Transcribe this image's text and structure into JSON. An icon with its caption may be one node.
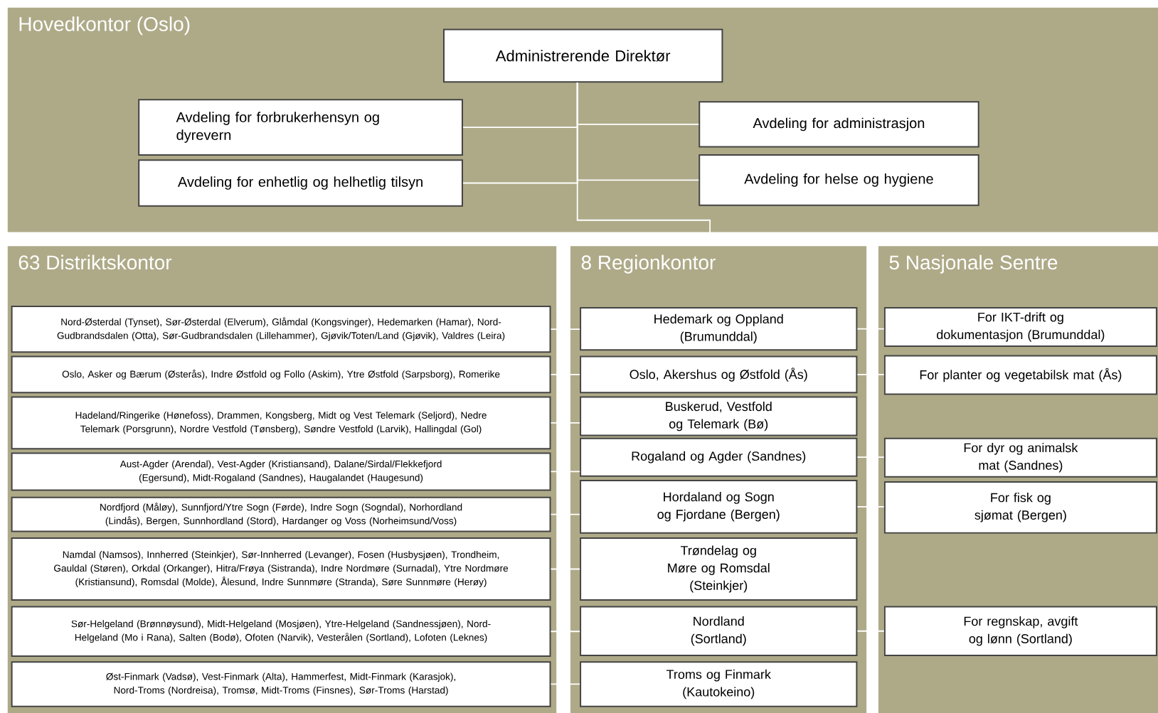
{
  "diagram": {
    "nodes": [
      {
        "text": [
          "Hovedkontor (Oslo)"
        ]
      },
      {
        "text": [
          "Administrerende Direktør"
        ],
        "in": 0
      },
      {
        "text": [
          "Avdeling for forbrukerhensyn og dyrevern"
        ],
        "in": 0
      },
      {
        "text": [
          "Avdeling for administrasjon"
        ],
        "in": 0
      },
      {
        "text": [
          "Avdeling for enhetlig og helhetlig tilsyn"
        ],
        "in": 0
      },
      {
        "text": [
          "Avdeling for helse og hygiene"
        ],
        "in": 0
      },
      {
        "text": [
          "63 Distriktskontor"
        ]
      },
      {
        "text": [
          "Nord-Østerdal (Tynset), Sør-Østerdal (Elverum), Glåmdal (Kongsvinger), Hedemarken (Hamar), Nord-Gudbrandsdalen (Otta), Sør-Gudbrandsdalen (Lillehammer), Gjøvik/Toten/Land (Gjøvik), Valdres (Leira)"
        ],
        "in": 6
      },
      {
        "text": [
          "Oslo, Asker og Bærum (Østerås), Indre Østfold og Follo (Askim), Ytre Østfold (Sarpsborg), Romerike"
        ],
        "in": 6
      },
      {
        "text": [
          "Hadeland/Ringerike (Hønefoss), Drammen, Kongsberg, Midt og Vest Telemark (Seljord), Nedre Telemark (Porsgrunn), Nordre Vestfold (Tønsberg), Søndre Vestfold (Larvik), Hallingdal (Gol)"
        ],
        "in": 6
      },
      {
        "text": [
          "Aust-Agder (Arendal), Vest-Agder (Kristiansand), Dalane/Sirdal/Flekkefjord (Egersund), Midt-Rogaland (Sandnes), Haugalandet (Haugesund)"
        ],
        "in": 6
      },
      {
        "text": [
          "Nordfjord (Måløy), Sunnfjord/Ytre Sogn (Førde), Indre Sogn (Sogndal), Norhordland (Lindås), Bergen, Sunnhordland (Stord), Hardanger og Voss (Norheimsund/Voss)"
        ],
        "in": 6
      },
      {
        "text": [
          "Namdal (Namsos), Innherred (Steinkjer), Sør-Innherred (Levanger), Fosen (Husbysjøen), Trondheim, Gauldal (Støren), Orkdal (Orkanger), Hitra/Frøya (Sistranda), Indre Nordmøre (Surnadal), Ytre Nordmøre (Kristiansund), Romsdal (Molde), Ålesund, Indre Sunnmøre (Stranda), Søre Sunnmøre (Herøy)"
        ],
        "in": 6
      },
      {
        "text": [
          "Sør-Helgeland (Brønnøysund), Midt-Helgeland (Mosjøen), Ytre-Helgeland (Sandnessjøen), Nord-Helgeland (Mo i Rana), Salten (Bodø), Ofoten (Narvik), Vesterålen (Sortland), Lofoten (Leknes)"
        ],
        "in": 6
      },
      {
        "text": [
          "Øst-Finmark (Vadsø), Vest-Finmark (Alta), Hammerfest, Midt-Finmark (Karasjok), Nord-Troms (Nordreisa), Tromsø, Midt-Troms (Finsnes), Sør-Troms (Harstad)"
        ],
        "in": 6
      },
      {
        "text": [
          "8 Regionkontor"
        ]
      },
      {
        "text": [
          "Hedemark og Oppland (Brumunddal)"
        ],
        "in": 15
      },
      {
        "text": [
          "Oslo, Akershus og Østfold (Ås)"
        ],
        "in": 15
      },
      {
        "text": [
          "Buskerud, Vestfold og Telemark (Bø)"
        ],
        "in": 15
      },
      {
        "text": [
          "Rogaland og Agder (Sandnes)"
        ],
        "in": 15
      },
      {
        "text": [
          "Hordaland og Sogn og Fjordane (Bergen)"
        ],
        "in": 15
      },
      {
        "text": [
          "Trøndelag og Møre og Romsdal (Steinkjer)"
        ],
        "in": 15
      },
      {
        "text": [
          "Nordland (Sortland)"
        ],
        "in": 15
      },
      {
        "text": [
          "Troms og Finmark (Kautokeino)"
        ],
        "in": 15
      },
      {
        "text": [
          "5 Nasjonale Sentre"
        ]
      },
      {
        "text": [
          "For IKT-drift og dokumentasjon (Brumunddal)"
        ],
        "in": 24
      },
      {
        "text": [
          "For planter og vegetabilsk mat (Ås)"
        ],
        "in": 24
      },
      {
        "text": [
          "For dyr og animalsk mat (Sandnes)"
        ],
        "in": 24
      },
      {
        "text": [
          "For fisk og sjømat (Bergen)"
        ],
        "in": 24
      },
      {
        "text": [
          "For regnskap, avgift og lønn (Sortland)"
        ],
        "in": 24
      }
    ],
    "edges": [
      {
        "from": 1,
        "to": 2,
        "arrow": "none"
      },
      {
        "from": 1,
        "to": 3,
        "arrow": "none"
      },
      {
        "from": 1,
        "to": 4,
        "arrow": "none"
      },
      {
        "from": 1,
        "to": 5,
        "arrow": "none"
      },
      {
        "from": 1,
        "to": 15,
        "arrow": "none"
      },
      {
        "from": 7,
        "to": 16,
        "arrow": "none"
      },
      {
        "from": 8,
        "to": 17,
        "arrow": "none"
      },
      {
        "from": 9,
        "to": 18,
        "arrow": "none"
      },
      {
        "from": 10,
        "to": 19,
        "arrow": "none"
      },
      {
        "from": 11,
        "to": 20,
        "arrow": "none"
      },
      {
        "from": 12,
        "to": 21,
        "arrow": "none"
      },
      {
        "from": 13,
        "to": 22,
        "arrow": "none"
      },
      {
        "from": 14,
        "to": 23,
        "arrow": "none"
      },
      {
        "from": 16,
        "to": 25,
        "arrow": "none"
      },
      {
        "from": 17,
        "to": 26,
        "arrow": "none"
      },
      {
        "from": 19,
        "to": 27,
        "arrow": "none"
      },
      {
        "from": 20,
        "to": 28,
        "arrow": "none"
      },
      {
        "from": 22,
        "to": 29,
        "arrow": "none"
      }
    ]
  }
}
